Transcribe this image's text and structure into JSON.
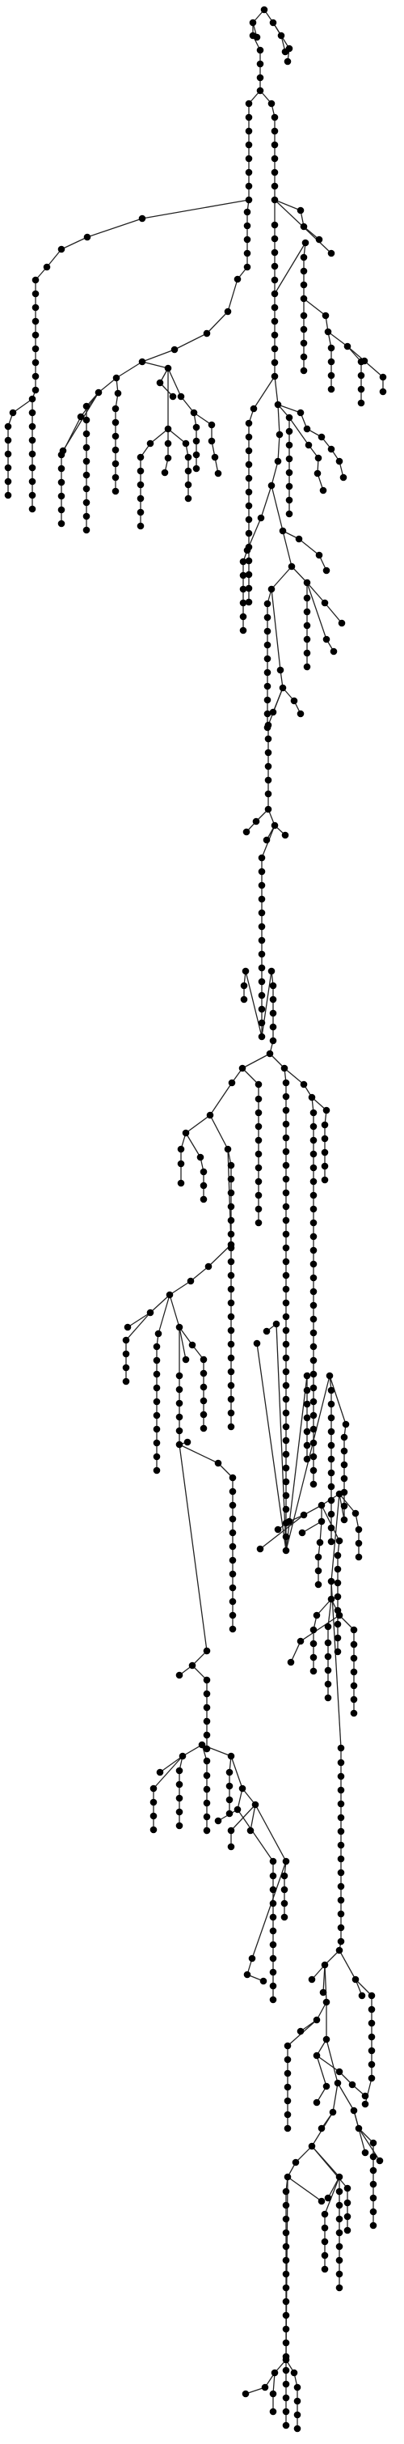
{
  "diagram": {
    "type": "tree",
    "orientation": "top-down",
    "node_count": 461,
    "node_style": {
      "fill": "#000000",
      "shape": "filled-circle"
    },
    "edge_style": {
      "stroke": "#222222"
    },
    "labels": []
  }
}
